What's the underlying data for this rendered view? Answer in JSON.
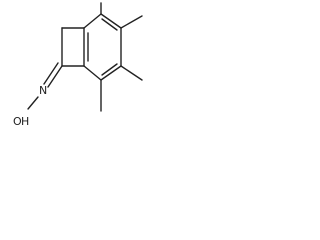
{
  "structure": {
    "atom_labels": {
      "hydroxyl_o": "O",
      "hydroxyl_h": "H",
      "imine_n": "N"
    },
    "methyl_count": 4,
    "ring_system": "benzocyclobutene",
    "functional_group": "oxime"
  }
}
